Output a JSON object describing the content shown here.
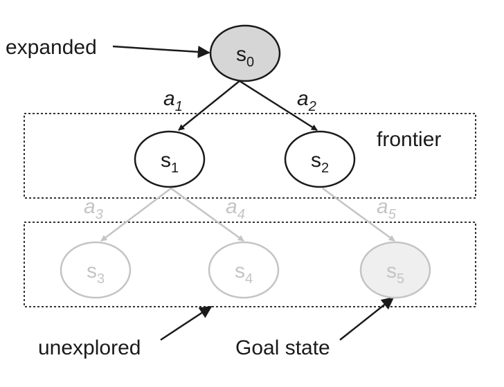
{
  "labels": {
    "expanded": "expanded",
    "frontier": "frontier",
    "unexplored": "unexplored",
    "goal_state": "Goal state"
  },
  "nodes": {
    "s0": {
      "base": "s",
      "sub": "0",
      "status": "expanded"
    },
    "s1": {
      "base": "s",
      "sub": "1",
      "status": "frontier"
    },
    "s2": {
      "base": "s",
      "sub": "2",
      "status": "frontier"
    },
    "s3": {
      "base": "s",
      "sub": "3",
      "status": "unexplored"
    },
    "s4": {
      "base": "s",
      "sub": "4",
      "status": "unexplored"
    },
    "s5": {
      "base": "s",
      "sub": "5",
      "status": "goal"
    }
  },
  "edges": {
    "a1": {
      "base": "a",
      "sub": "1",
      "from": "s0",
      "to": "s1"
    },
    "a2": {
      "base": "a",
      "sub": "2",
      "from": "s0",
      "to": "s2"
    },
    "a3": {
      "base": "a",
      "sub": "3",
      "from": "s1",
      "to": "s3"
    },
    "a4": {
      "base": "a",
      "sub": "4",
      "from": "s1",
      "to": "s4"
    },
    "a5": {
      "base": "a",
      "sub": "5",
      "from": "s2",
      "to": "s5"
    }
  },
  "colors": {
    "dark": "#1a1a1a",
    "faded": "#c4c4c4",
    "expanded_fill": "#d6d6d6",
    "goal_fill": "#efefef"
  }
}
